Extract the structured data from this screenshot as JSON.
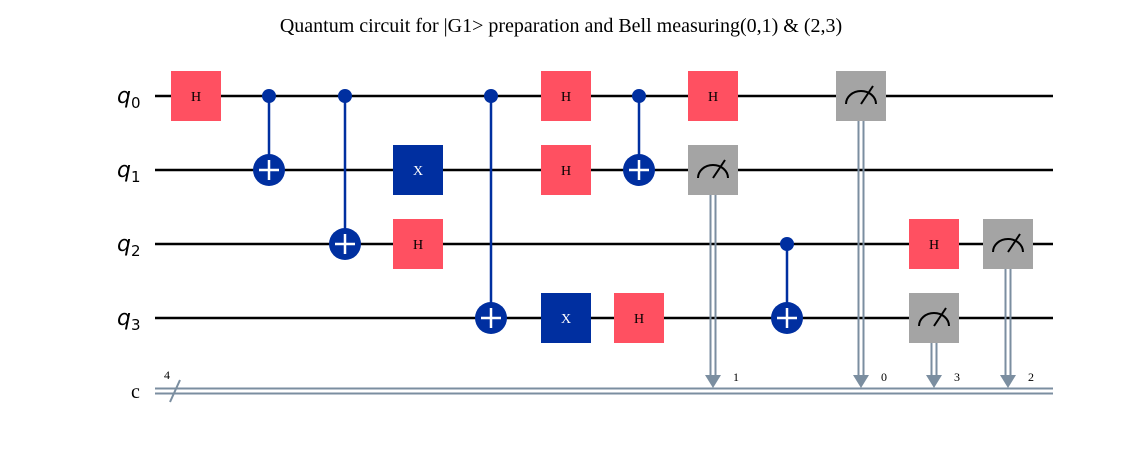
{
  "title": "Quantum circuit for |G1> preparation and Bell measuring(0,1) & (2,3)",
  "qubits": [
    {
      "base": "q",
      "sub": "0"
    },
    {
      "base": "q",
      "sub": "1"
    },
    {
      "base": "q",
      "sub": "2"
    },
    {
      "base": "q",
      "sub": "3"
    }
  ],
  "classical": {
    "label": "c",
    "width_label": "4"
  },
  "colors": {
    "h_gate": "#ff5061",
    "x_gate": "#002fa0",
    "control": "#002fa0",
    "measure": "#a4a4a4",
    "classical_wire": "#7b8ea0",
    "wire": "#000000",
    "gate_text_dark": "#000000",
    "gate_text_light": "#ffffff"
  },
  "gates": [
    {
      "type": "h",
      "label": "H",
      "qubit": 0,
      "col": 0
    },
    {
      "type": "cx",
      "control": 0,
      "target": 1,
      "col": 1
    },
    {
      "type": "cx",
      "control": 0,
      "target": 2,
      "col": 2
    },
    {
      "type": "x",
      "label": "X",
      "qubit": 1,
      "col": 3
    },
    {
      "type": "h",
      "label": "H",
      "qubit": 2,
      "col": 3
    },
    {
      "type": "cx",
      "control": 0,
      "target": 3,
      "col": 4
    },
    {
      "type": "h",
      "label": "H",
      "qubit": 0,
      "col": 5
    },
    {
      "type": "h",
      "label": "H",
      "qubit": 1,
      "col": 5
    },
    {
      "type": "x",
      "label": "X",
      "qubit": 3,
      "col": 5
    },
    {
      "type": "cx",
      "control": 0,
      "target": 1,
      "col": 6
    },
    {
      "type": "h",
      "label": "H",
      "qubit": 3,
      "col": 6
    },
    {
      "type": "h",
      "label": "H",
      "qubit": 0,
      "col": 7
    },
    {
      "type": "measure",
      "qubit": 1,
      "cbit": "1",
      "col": 7
    },
    {
      "type": "cx",
      "control": 2,
      "target": 3,
      "col": 8
    },
    {
      "type": "measure",
      "qubit": 0,
      "cbit": "0",
      "col": 9
    },
    {
      "type": "h",
      "label": "H",
      "qubit": 2,
      "col": 10
    },
    {
      "type": "measure",
      "qubit": 3,
      "cbit": "3",
      "col": 10
    },
    {
      "type": "measure",
      "qubit": 2,
      "cbit": "2",
      "col": 11
    }
  ]
}
